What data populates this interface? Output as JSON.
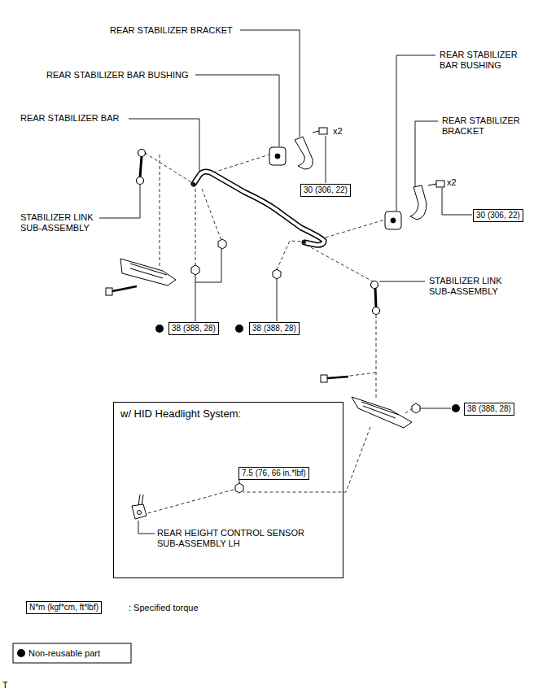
{
  "diagram": {
    "nodes": [
      {
        "text": [
          "30 (306, 22)"
        ]
      },
      {
        "text": [
          "30 (306, 22)"
        ]
      },
      {
        "text": [
          "38 (388, 28)"
        ]
      },
      {
        "text": [
          "38 (388, 28)"
        ]
      },
      {
        "text": [
          "38 (388, 28)"
        ]
      },
      {
        "text": [
          "w/ HID Headlight System:"
        ]
      },
      {
        "text": [
          "7.5 (76, 66 in.*lbf)"
        ],
        "in": 5
      },
      {
        "text": [
          "N*m (kgf*cm, ft*lbf)"
        ]
      }
    ],
    "labels": [
      "REAR STABILIZER BRACKET",
      "REAR STABILIZER BAR BUSHING",
      "REAR STABILIZER BAR",
      "x2",
      "REAR STABILIZER BAR BUSHING",
      "REAR STABILIZER BRACKET",
      "x2",
      "STABILIZER LINK SUB-ASSEMBLY",
      "STABILIZER LINK SUB-ASSEMBLY",
      "REAR HEIGHT CONTROL SENSOR SUB-ASSEMBLY LH",
      "T"
    ],
    "legend": [
      {
        "text": ": Specified torque"
      },
      {
        "text": "Non-reusable part"
      }
    ]
  }
}
